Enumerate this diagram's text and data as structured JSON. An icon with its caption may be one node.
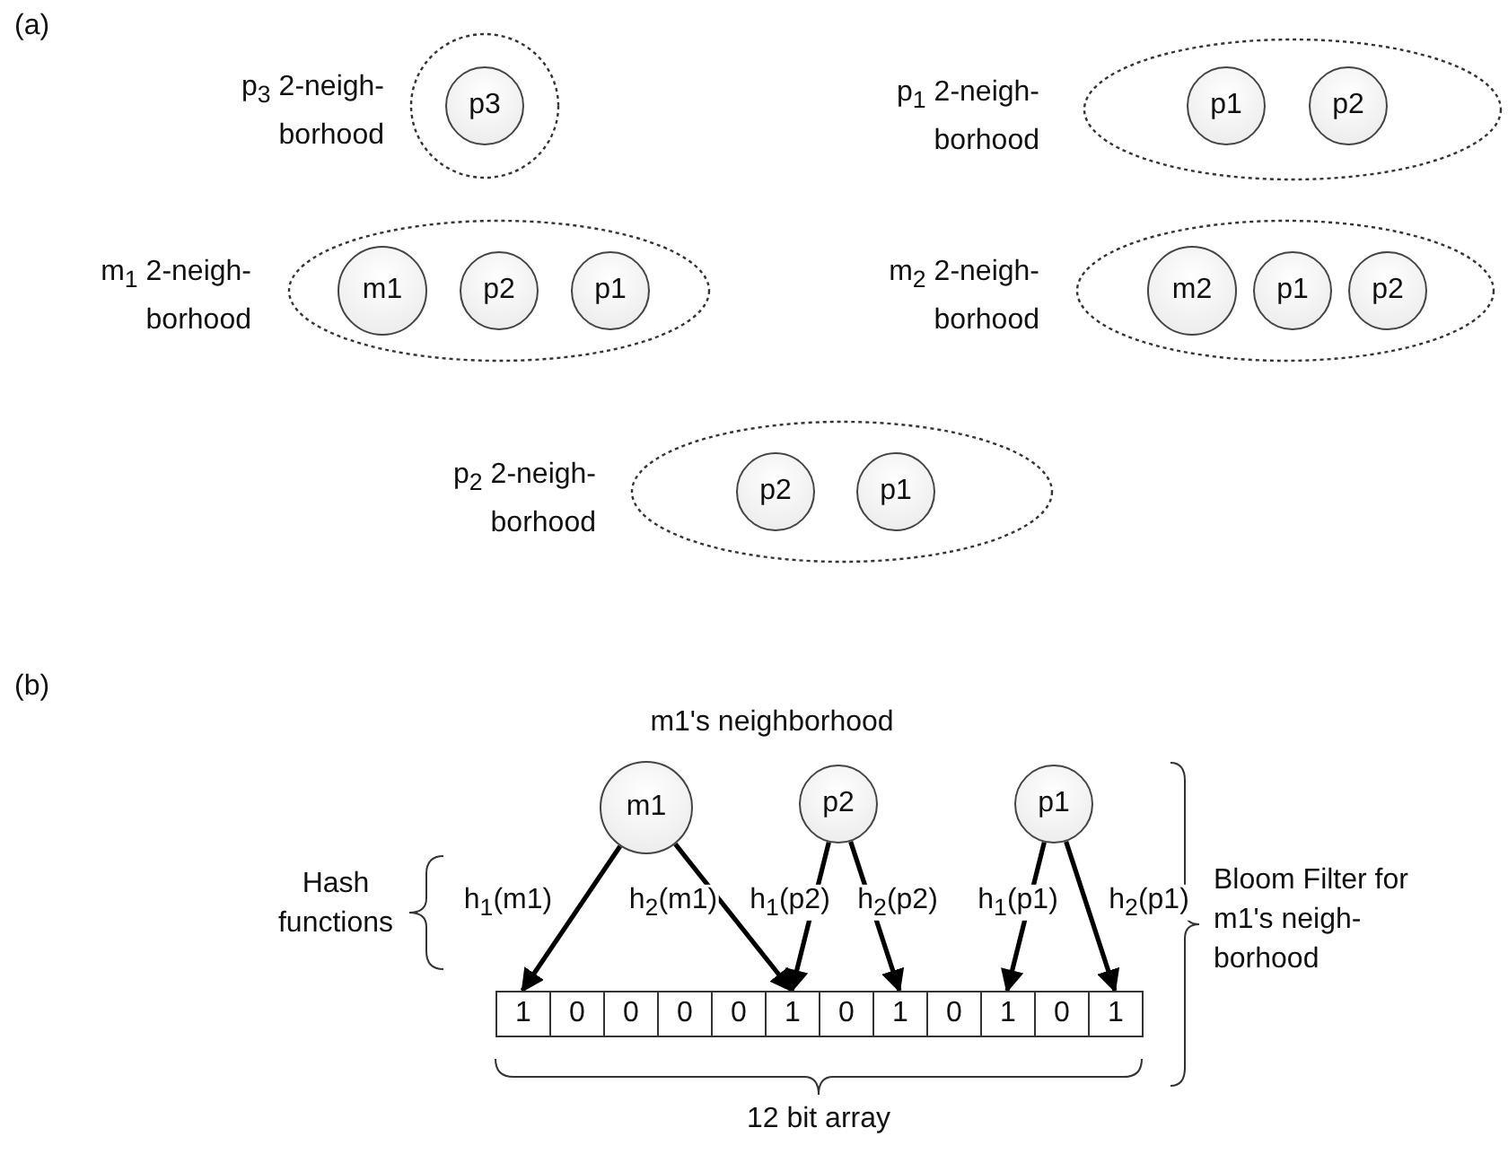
{
  "diagram": {
    "nodes": [
      {
        "text": [
          "p$_{3}$ 2-neigh- borhood"
        ]
      },
      {
        "text": [
          "p3"
        ],
        "in": 0
      },
      {
        "text": [
          "p$_{1}$ 2-neigh- borhood"
        ]
      },
      {
        "text": [
          "p1"
        ],
        "in": 2
      },
      {
        "text": [
          "p2"
        ],
        "in": 2
      },
      {
        "text": [
          "m$_{1}$ 2-neigh- borhood"
        ]
      },
      {
        "text": [
          "m1"
        ],
        "in": 5
      },
      {
        "text": [
          "p2"
        ],
        "in": 5
      },
      {
        "text": [
          "p1"
        ],
        "in": 5
      },
      {
        "text": [
          "m$_{2}$ 2-neigh- borhood"
        ]
      },
      {
        "text": [
          "m2"
        ],
        "in": 9
      },
      {
        "text": [
          "p1"
        ],
        "in": 9
      },
      {
        "text": [
          "p2"
        ],
        "in": 9
      },
      {
        "text": [
          "p$_{2}$ 2-neigh- borhood"
        ]
      },
      {
        "text": [
          "p2"
        ],
        "in": 13
      },
      {
        "text": [
          "p1"
        ],
        "in": 13
      },
      {
        "text": [
          "m1"
        ]
      },
      {
        "text": [
          "p2"
        ]
      },
      {
        "text": [
          "p1"
        ]
      },
      {
        "text": [
          "1"
        ]
      },
      {
        "text": [
          "0"
        ]
      },
      {
        "text": [
          "0"
        ]
      },
      {
        "text": [
          "0"
        ]
      },
      {
        "text": [
          "0"
        ]
      },
      {
        "text": [
          "1"
        ]
      },
      {
        "text": [
          "0"
        ]
      },
      {
        "text": [
          "1"
        ]
      },
      {
        "text": [
          "0"
        ]
      },
      {
        "text": [
          "1"
        ]
      },
      {
        "text": [
          "0"
        ]
      },
      {
        "text": [
          "1"
        ]
      }
    ],
    "edges": [
      {
        "from": 16,
        "to": 19,
        "arrow": "to",
        "label": "h$_{1}$(m1)"
      },
      {
        "from": 16,
        "to": 24,
        "arrow": "to",
        "label": "h$_{2}$(m1)"
      },
      {
        "from": 17,
        "to": 24,
        "arrow": "to",
        "label": "h$_{1}$(p2)"
      },
      {
        "from": 17,
        "to": 26,
        "arrow": "to",
        "label": "h$_{2}$(p2)"
      },
      {
        "from": 18,
        "to": 28,
        "arrow": "to",
        "label": "h$_{1}$(p1)"
      },
      {
        "from": 18,
        "to": 30,
        "arrow": "to",
        "label": "h$_{2}$(p1)"
      }
    ],
    "labels": [
      "(a)",
      "(b)",
      "m1's neighborhood",
      "Hash functions",
      "Bloom Filter for m1's neigh- borhood",
      "12 bit array"
    ]
  }
}
